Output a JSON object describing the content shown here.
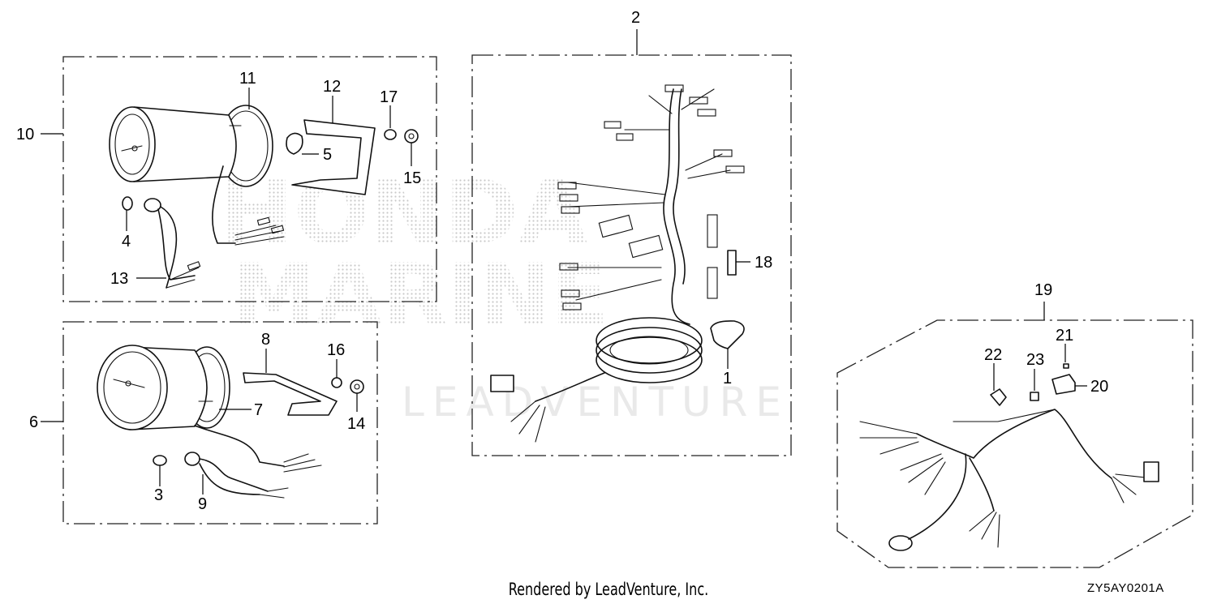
{
  "diagram": {
    "callouts": {
      "c1": "1",
      "c2": "2",
      "c3": "3",
      "c4": "4",
      "c5": "5",
      "c6": "6",
      "c7": "7",
      "c8": "8",
      "c9": "9",
      "c10": "10",
      "c11": "11",
      "c12": "12",
      "c13": "13",
      "c14": "14",
      "c15": "15",
      "c16": "16",
      "c17": "17",
      "c18": "18",
      "c19": "19",
      "c20": "20",
      "c21": "21",
      "c22": "22",
      "c23": "23"
    },
    "watermark": {
      "brand_line1": "HONDA",
      "brand_line2": "MARINE",
      "vendor": "LEADVENTURE"
    },
    "colors": {
      "ink": "#111111",
      "watermark": "#e9e9e9"
    }
  },
  "footer": {
    "credit": "Rendered by LeadVenture, Inc.",
    "diagram_code": "ZY5AY0201A"
  }
}
